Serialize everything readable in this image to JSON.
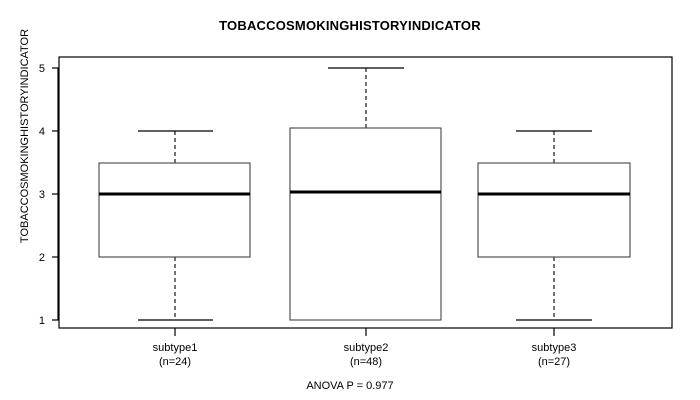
{
  "chart_data": {
    "type": "box",
    "title": "TOBACCOSMOKINGHISTORYINDICATOR",
    "xlabel": "",
    "ylabel": "TOBACCOSMOKINGHISTORYINDICATOR",
    "ylim": [
      1,
      5
    ],
    "yticks": [
      1,
      2,
      3,
      4,
      5
    ],
    "ytick_labels": [
      "1",
      "2",
      "3",
      "4",
      "5"
    ],
    "grid": false,
    "legend": false,
    "categories": [
      "subtype1",
      "subtype2",
      "subtype3"
    ],
    "category_labels": [
      {
        "name": "subtype1",
        "count_label": "(n=24)",
        "n": 24
      },
      {
        "name": "subtype2",
        "count_label": "(n=48)",
        "n": 48
      },
      {
        "name": "subtype3",
        "count_label": "(n=27)",
        "n": 27
      }
    ],
    "boxes": [
      {
        "category": "subtype1",
        "whisker_low": 1,
        "q1": 2,
        "median": 3,
        "q3": 3.5,
        "whisker_high": 4,
        "outliers": []
      },
      {
        "category": "subtype2",
        "whisker_low": 1,
        "q1": 1,
        "median": 3,
        "q3": 4,
        "whisker_high": 5,
        "outliers": []
      },
      {
        "category": "subtype3",
        "whisker_low": 1,
        "q1": 2,
        "median": 3,
        "q3": 3.5,
        "whisker_high": 4,
        "outliers": []
      }
    ],
    "annotations": [
      {
        "name": "anova-p",
        "text": "ANOVA P = 0.977"
      }
    ]
  },
  "footer": {
    "anova_text": "ANOVA P = 0.977"
  },
  "axis": {
    "y_title": "TOBACCOSMOKINGHISTORYINDICATOR",
    "y_tick_1": "1",
    "y_tick_2": "2",
    "y_tick_3": "3",
    "y_tick_4": "4",
    "y_tick_5": "5"
  },
  "xlabels": {
    "cat1_name": "subtype1",
    "cat1_count": "(n=24)",
    "cat2_name": "subtype2",
    "cat2_count": "(n=48)",
    "cat3_name": "subtype3",
    "cat3_count": "(n=27)"
  },
  "colors": {
    "frame": "#000000",
    "box_stroke": "#333333",
    "median": "#000000",
    "whisker": "#000000",
    "background": "#ffffff"
  }
}
